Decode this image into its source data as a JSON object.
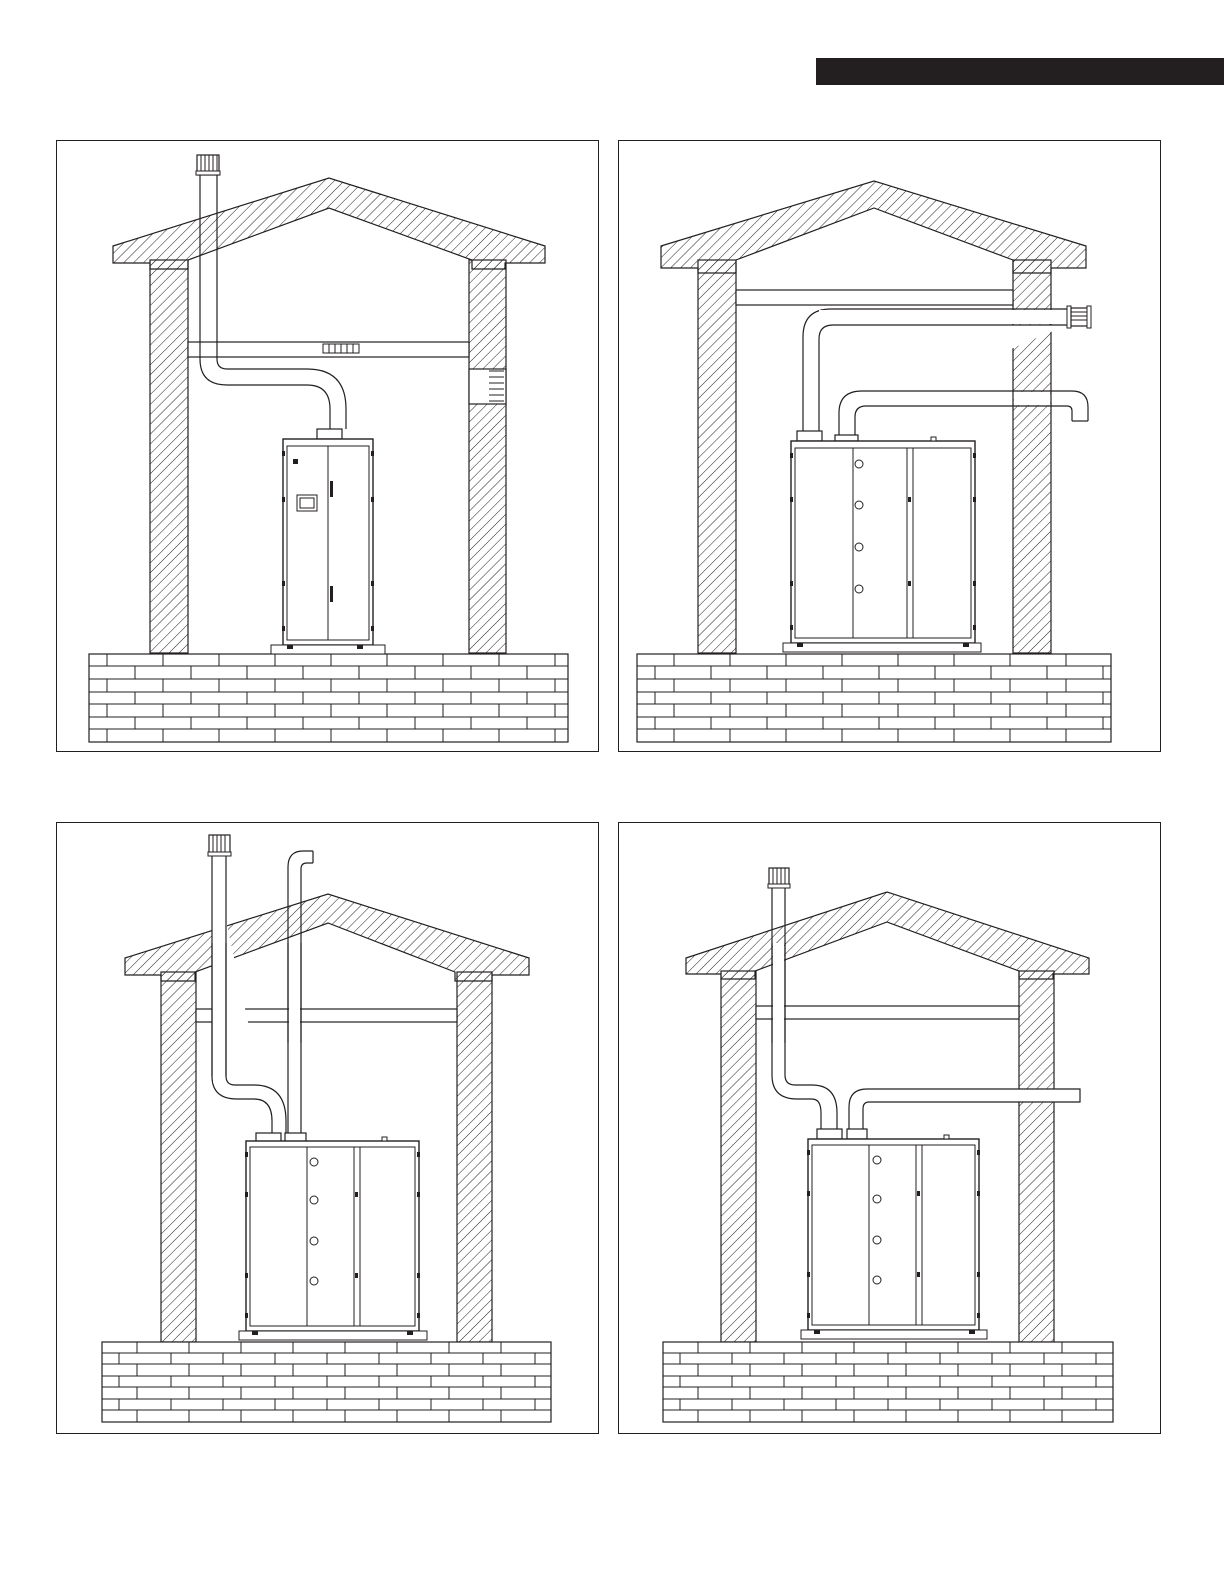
{
  "header": {
    "bar_text": ""
  },
  "colors": {
    "ink": "#231f20",
    "paper": "#ffffff",
    "hatch": "#231f20"
  },
  "figures": [
    {
      "id": "vertical-vent-with-room-air-intake",
      "unit": "tall-water-heater",
      "vent": "vertical-through-roof",
      "intake": "room-air-louver"
    },
    {
      "id": "horizontal-vent-and-intake",
      "unit": "wide-water-heater",
      "vent": "horizontal-through-wall",
      "intake": "horizontal-through-wall-elbow"
    },
    {
      "id": "vertical-vent-and-intake",
      "unit": "wide-water-heater",
      "vent": "vertical-through-roof",
      "intake": "vertical-through-roof-elbow"
    },
    {
      "id": "vertical-vent-horizontal-intake",
      "unit": "wide-water-heater",
      "vent": "vertical-through-roof",
      "intake": "horizontal-through-wall"
    }
  ]
}
